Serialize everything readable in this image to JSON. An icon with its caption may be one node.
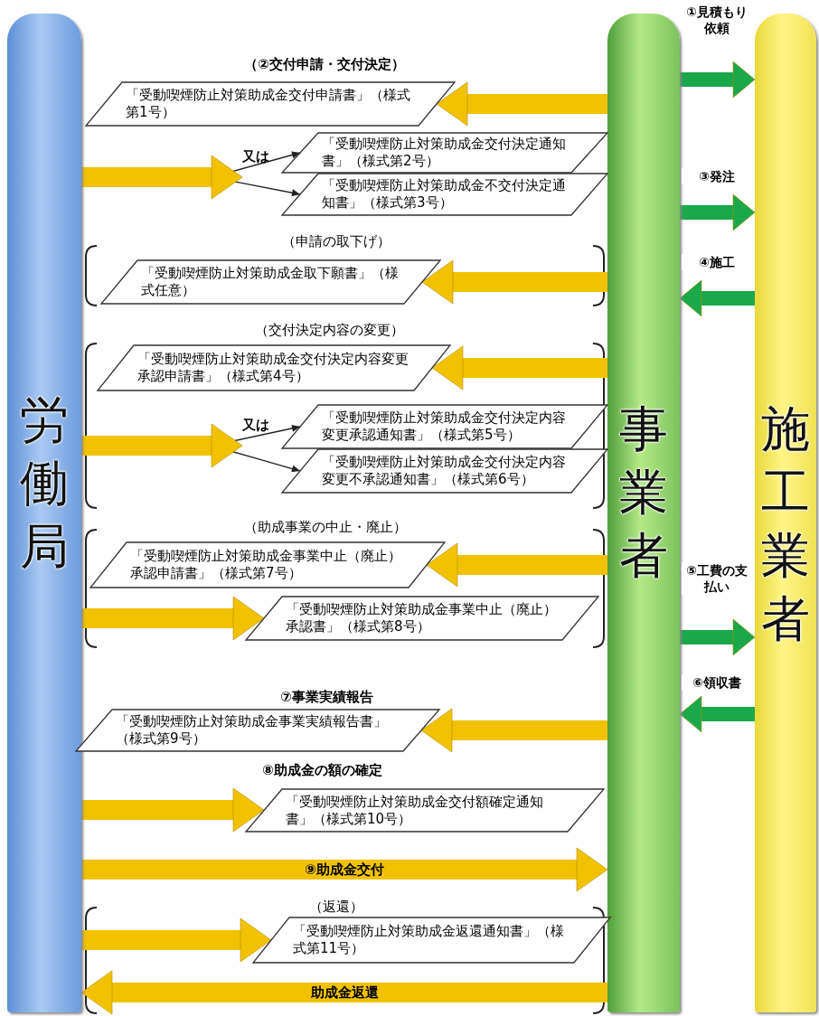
{
  "diagram": {
    "nodes": [
      {
        "text": [
          "労働局"
        ]
      },
      {
        "text": [
          "事業者"
        ]
      },
      {
        "text": [
          "施工業者"
        ]
      },
      {
        "text": [
          "「受動喫煙防止対策助成金交付申請書」（様式第1号）"
        ]
      },
      {
        "text": [
          "「受動喫煙防止対策助成金交付決定通知書」（様式第2号）"
        ]
      },
      {
        "text": [
          "「受動喫煙防止対策助成金不交付決定通知書」（様式第3号）"
        ]
      },
      {
        "text": [
          "「受動喫煙防止対策助成金取下願書」（様式任意）"
        ]
      },
      {
        "text": [
          "「受動喫煙防止対策助成金交付決定内容変更承認申請書」（様式第4号）"
        ]
      },
      {
        "text": [
          "「受動喫煙防止対策助成金交付決定内容変更承認通知書」（様式第5号）"
        ]
      },
      {
        "text": [
          "「受動喫煙防止対策助成金交付決定内容変更不承認通知書」（様式第6号）"
        ]
      },
      {
        "text": [
          "「受動喫煙防止対策助成金事業中止（廃止）承認申請書」（様式第7号）"
        ]
      },
      {
        "text": [
          "「受動喫煙防止対策助成金事業中止（廃止）承認書」（様式第8号）"
        ]
      },
      {
        "text": [
          "「受動喫煙防止対策助成金事業実績報告書」（様式第9号）"
        ]
      },
      {
        "text": [
          "「受動喫煙防止対策助成金交付額確定通知書」（様式第10号）"
        ]
      },
      {
        "text": [
          "「受動喫煙防止対策助成金返還通知書」（様式第11号）"
        ]
      }
    ],
    "edges": [
      {
        "from": 1,
        "to": 2,
        "arrow": "to",
        "label": "①見積もり依頼",
        "color": "#1aa84a"
      },
      {
        "from": 1,
        "to": 3,
        "arrow": "to"
      },
      {
        "from": 0,
        "to": 4,
        "arrow": "to"
      },
      {
        "from": 0,
        "to": 5,
        "arrow": "to"
      },
      {
        "from": 1,
        "to": 2,
        "arrow": "to",
        "label": "③発注",
        "color": "#1aa84a"
      },
      {
        "from": 2,
        "to": 1,
        "arrow": "to",
        "label": "④施工",
        "color": "#1aa84a"
      },
      {
        "from": 1,
        "to": 6,
        "arrow": "to"
      },
      {
        "from": 1,
        "to": 7,
        "arrow": "to"
      },
      {
        "from": 0,
        "to": 8,
        "arrow": "to"
      },
      {
        "from": 0,
        "to": 9,
        "arrow": "to"
      },
      {
        "from": 1,
        "to": 10,
        "arrow": "to"
      },
      {
        "from": 0,
        "to": 11,
        "arrow": "to"
      },
      {
        "from": 1,
        "to": 2,
        "arrow": "to",
        "label": "⑤工費の支払い",
        "color": "#1aa84a"
      },
      {
        "from": 2,
        "to": 1,
        "arrow": "to",
        "label": "⑥領収書",
        "color": "#1aa84a"
      },
      {
        "from": 1,
        "to": 12,
        "arrow": "to"
      },
      {
        "from": 0,
        "to": 13,
        "arrow": "to"
      },
      {
        "from": 0,
        "to": 1,
        "arrow": "to",
        "label": "⑨助成金交付"
      },
      {
        "from": 0,
        "to": 14,
        "arrow": "to"
      },
      {
        "from": 1,
        "to": 0,
        "arrow": "to",
        "label": "助成金返還"
      }
    ],
    "labels": [
      "（②交付申請・交付決定）",
      "又は",
      "（申請の取下げ）",
      "（交付決定内容の変更）",
      "又は",
      "（助成事業の中止・廃止）",
      "⑦事業実績報告",
      "⑧助成金の額の確定",
      "（返還）"
    ]
  }
}
